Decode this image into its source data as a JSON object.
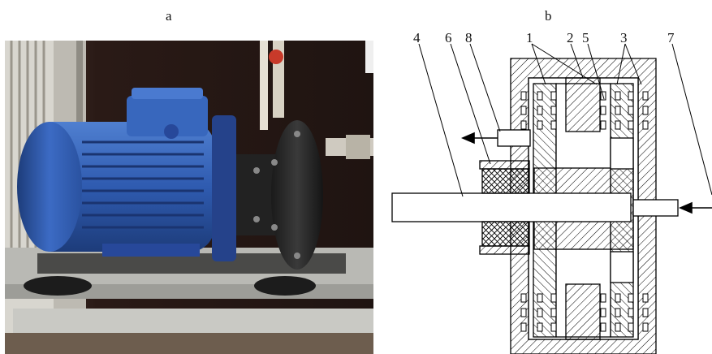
{
  "panels": {
    "a": {
      "label": "a"
    },
    "b": {
      "label": "b"
    }
  },
  "diagram": {
    "part_numbers": [
      "4",
      "6",
      "8",
      "1",
      "2",
      "5",
      "3",
      "7"
    ]
  },
  "colors": {
    "motor_blue": "#2f5bb0",
    "motor_blue_dark": "#1d3c7a",
    "background_dark": "#2a1a16",
    "frame_gray": "#b9b9b4",
    "hatch_line": "#000000"
  },
  "icons": [
    "arrow-out-icon",
    "arrow-in-icon"
  ]
}
